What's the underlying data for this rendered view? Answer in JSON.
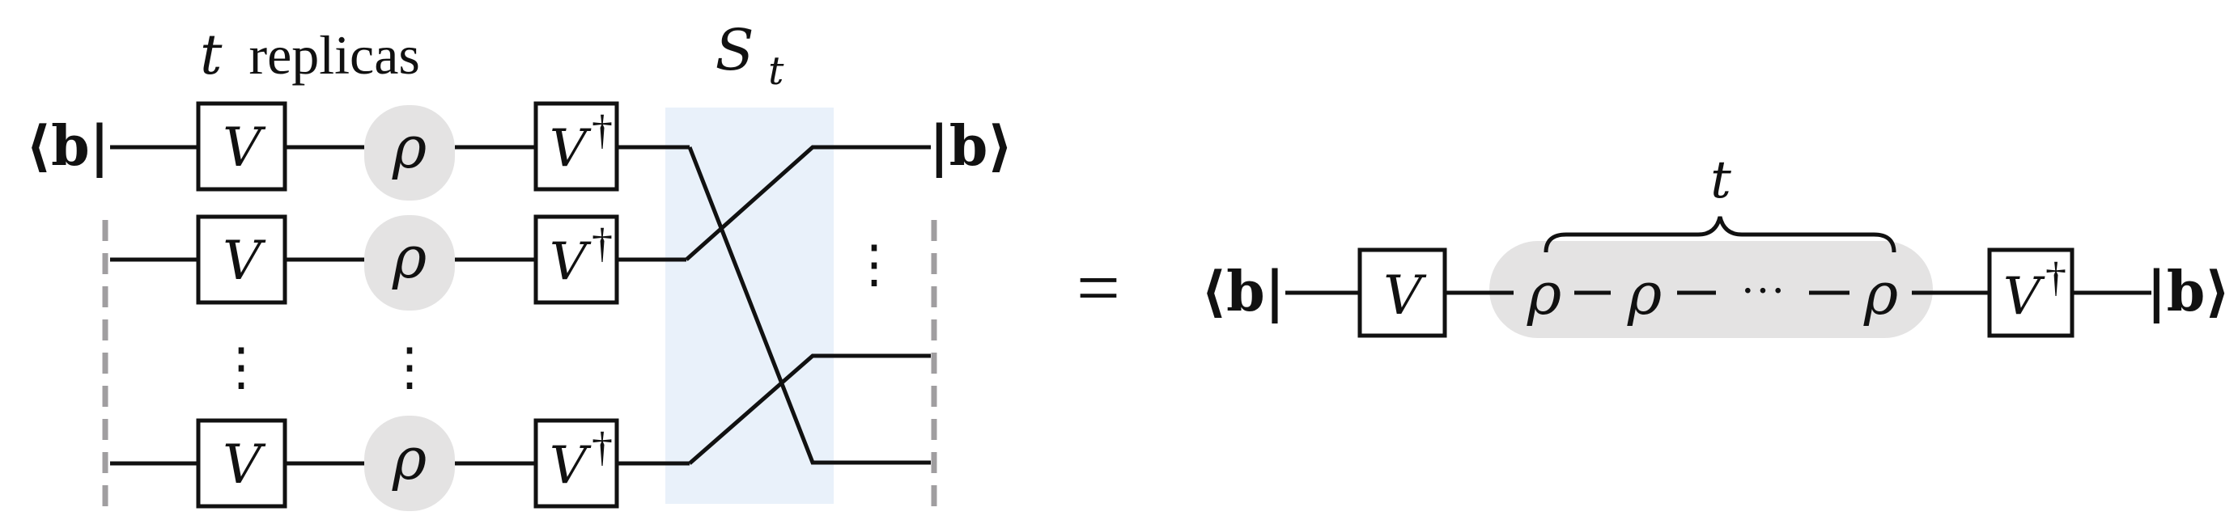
{
  "header": {
    "replicas_var": "t",
    "replicas_word": "replicas",
    "perm_symbol": "S",
    "perm_sub": "t"
  },
  "labels": {
    "bra": "⟨b|",
    "ket": "|b⟩",
    "unitary": "V",
    "unitary_dagger": "V",
    "dagger": "†",
    "state": "ρ",
    "ellipsis_vertical": "⋮",
    "equals": "=",
    "brace_label": "t",
    "dots": "···"
  }
}
